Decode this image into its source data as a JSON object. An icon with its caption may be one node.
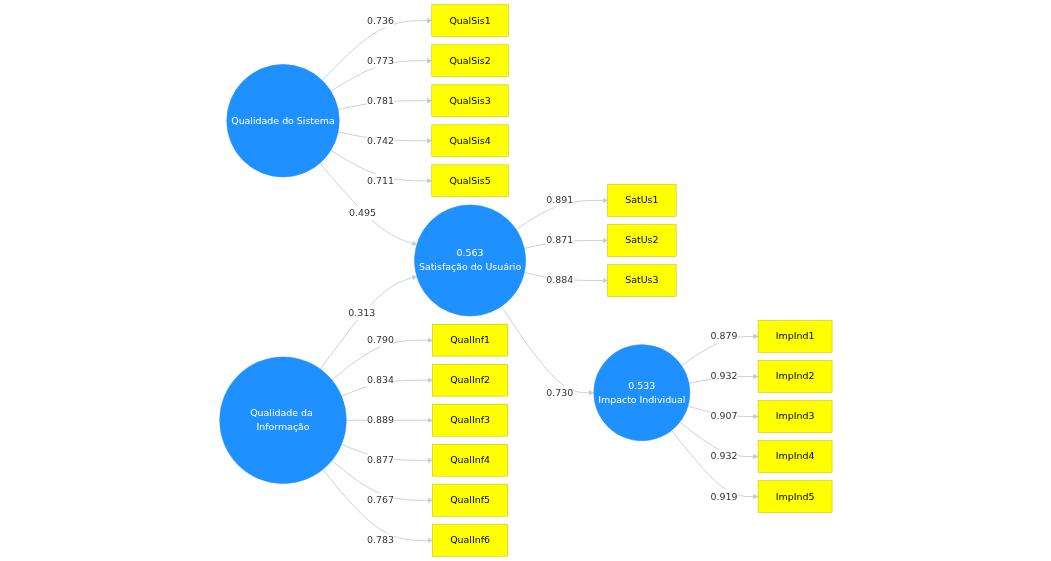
{
  "diagram": {
    "nodes": [
      {
        "text": [
          "QualSis1"
        ]
      },
      {
        "text": [
          "QualSis2"
        ]
      },
      {
        "text": [
          "QualSis3"
        ]
      },
      {
        "text": [
          "QualSis4"
        ]
      },
      {
        "text": [
          "QualSis5"
        ]
      },
      {
        "text": [
          "Qualidade do Sistema"
        ]
      },
      {
        "text": [
          "SatUs1"
        ]
      },
      {
        "text": [
          "SatUs2"
        ]
      },
      {
        "text": [
          "SatUs3"
        ]
      },
      {
        "text": [
          "0.563",
          "Satisfação do Usuário"
        ]
      },
      {
        "text": [
          "ImpInd1"
        ]
      },
      {
        "text": [
          "ImpInd2"
        ]
      },
      {
        "text": [
          "ImpInd3"
        ]
      },
      {
        "text": [
          "ImpInd4"
        ]
      },
      {
        "text": [
          "ImpInd5"
        ]
      },
      {
        "text": [
          "0.533",
          "Impacto Individual"
        ]
      },
      {
        "text": [
          "QualInf1"
        ]
      },
      {
        "text": [
          "QualInf2"
        ]
      },
      {
        "text": [
          "QualInf3"
        ]
      },
      {
        "text": [
          "QualInf4"
        ]
      },
      {
        "text": [
          "QualInf5"
        ]
      },
      {
        "text": [
          "QualInf6"
        ]
      },
      {
        "text": [
          "Qualidade da Informação"
        ]
      }
    ],
    "edges": [
      {
        "from": 5,
        "to": 0,
        "arrow": "to",
        "label": "0.736"
      },
      {
        "from": 5,
        "to": 1,
        "arrow": "to",
        "label": "0.773"
      },
      {
        "from": 5,
        "to": 2,
        "arrow": "to",
        "label": "0.781"
      },
      {
        "from": 5,
        "to": 3,
        "arrow": "to",
        "label": "0.742"
      },
      {
        "from": 5,
        "to": 4,
        "arrow": "to",
        "label": "0.711"
      },
      {
        "from": 5,
        "to": 9,
        "arrow": "to",
        "label": "0.495"
      },
      {
        "from": 9,
        "to": 6,
        "arrow": "to",
        "label": "0.891"
      },
      {
        "from": 9,
        "to": 7,
        "arrow": "to",
        "label": "0.871"
      },
      {
        "from": 9,
        "to": 8,
        "arrow": "to",
        "label": "0.884"
      },
      {
        "from": 9,
        "to": 15,
        "arrow": "to",
        "label": "0.730"
      },
      {
        "from": 15,
        "to": 10,
        "arrow": "to",
        "label": "0.879"
      },
      {
        "from": 15,
        "to": 11,
        "arrow": "to",
        "label": "0.932"
      },
      {
        "from": 15,
        "to": 12,
        "arrow": "to",
        "label": "0.907"
      },
      {
        "from": 15,
        "to": 13,
        "arrow": "to",
        "label": "0.932"
      },
      {
        "from": 15,
        "to": 14,
        "arrow": "to",
        "label": "0.919"
      },
      {
        "from": 22,
        "to": 9,
        "arrow": "to",
        "label": "0.313"
      },
      {
        "from": 22,
        "to": 16,
        "arrow": "to",
        "label": "0.790"
      },
      {
        "from": 22,
        "to": 17,
        "arrow": "to",
        "label": "0.834"
      },
      {
        "from": 22,
        "to": 18,
        "arrow": "to",
        "label": "0.889"
      },
      {
        "from": 22,
        "to": 19,
        "arrow": "to",
        "label": "0.877"
      },
      {
        "from": 22,
        "to": 20,
        "arrow": "to",
        "label": "0.767"
      },
      {
        "from": 22,
        "to": 21,
        "arrow": "to",
        "label": "0.783"
      }
    ]
  }
}
